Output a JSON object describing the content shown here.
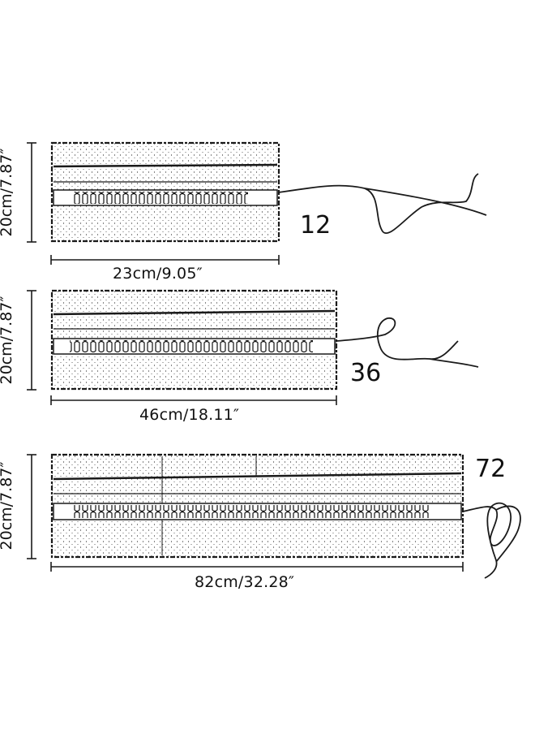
{
  "rolls": [
    {
      "slot_count": "12",
      "width_label": "23cm/9.05″",
      "height_label": "20cm/7.87″"
    },
    {
      "slot_count": "36",
      "width_label": "46cm/18.11″",
      "height_label": "20cm/7.87″"
    },
    {
      "slot_count": "72",
      "width_label": "82cm/32.28″",
      "height_label": "20cm/7.87″"
    }
  ],
  "colors": {
    "line": "#1a1a1a",
    "background": "#ffffff"
  }
}
